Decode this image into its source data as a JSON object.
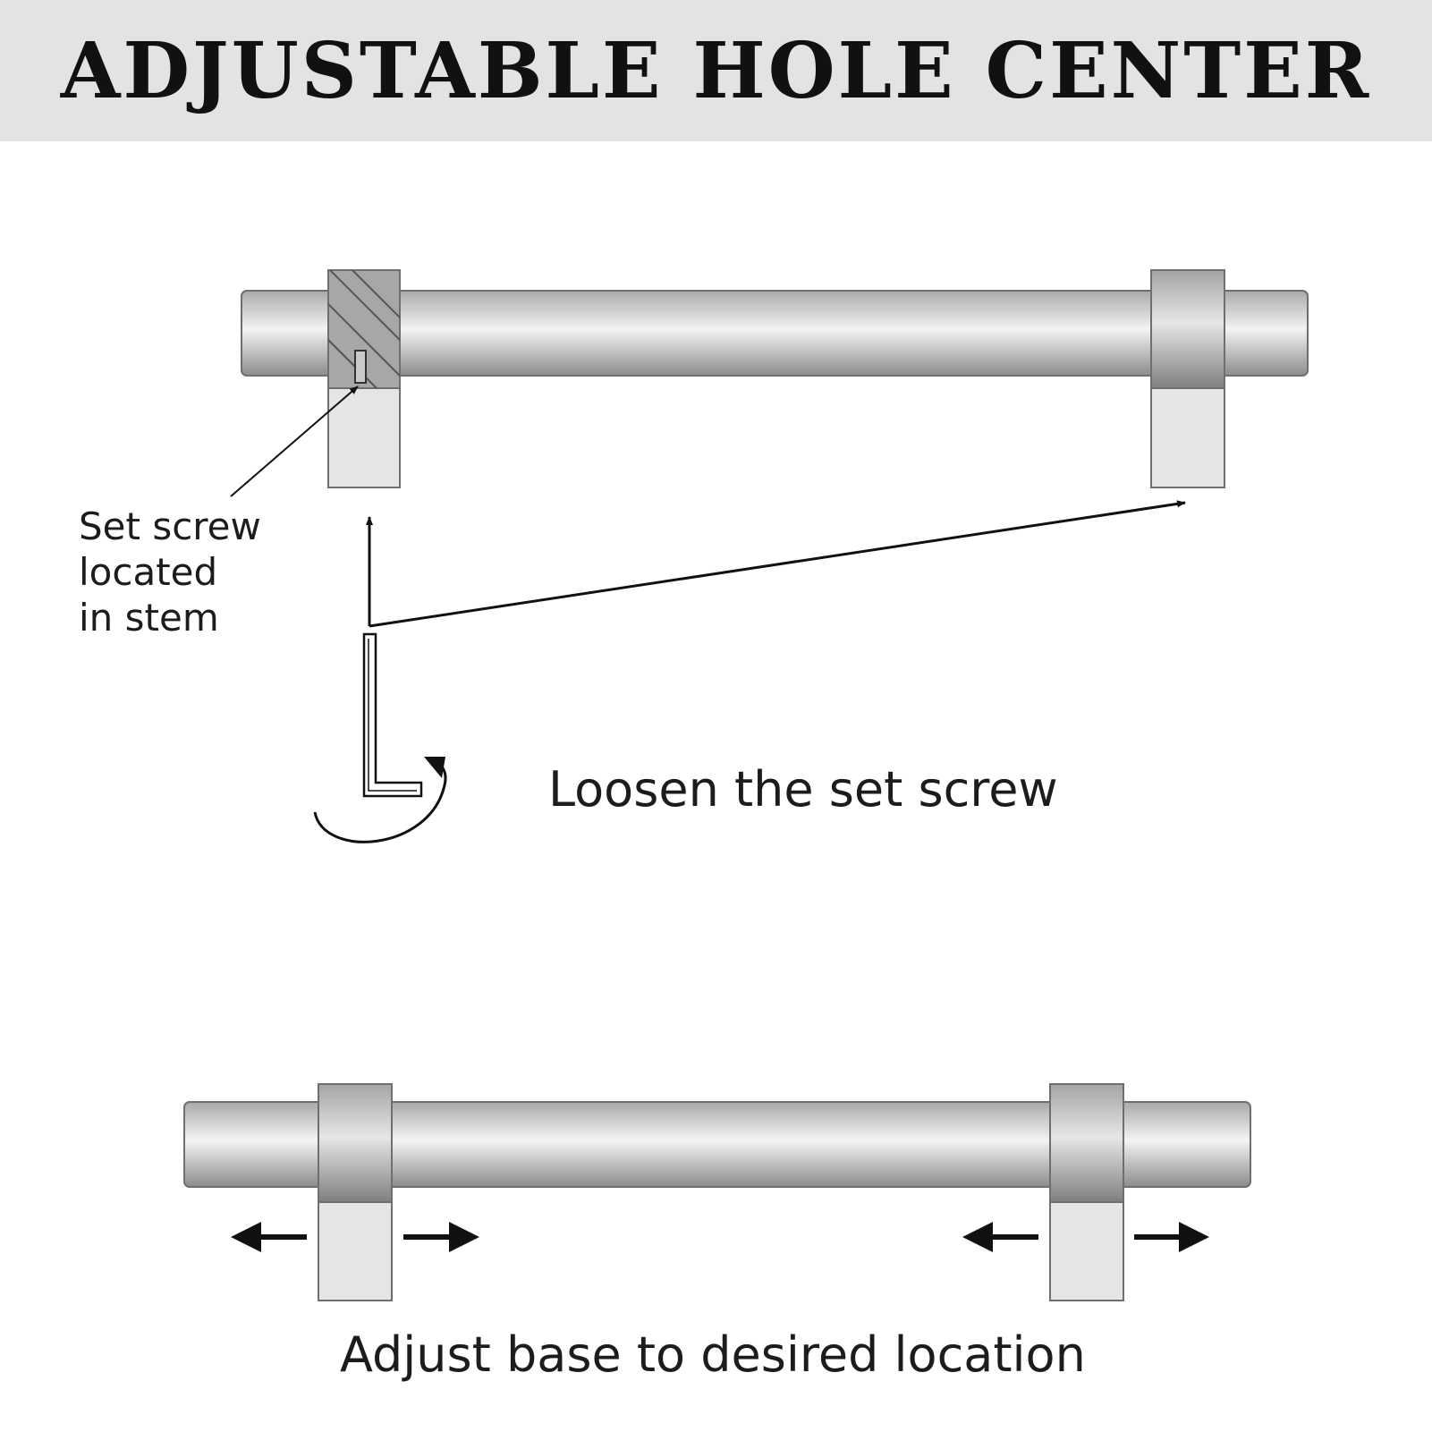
{
  "header": {
    "title": "ADJUSTABLE HOLE CENTER",
    "background": "#e3e3e3"
  },
  "step1": {
    "callout_lines": [
      "Set screw",
      "located",
      "in stem"
    ],
    "instruction": "Loosen the set screw"
  },
  "step2": {
    "instruction": "Adjust base to desired location"
  },
  "colors": {
    "bar_light": "#f2f2f2",
    "bar_dark": "#8a8a8a",
    "stem_lower": "#e5e5e5",
    "ink": "#111111"
  },
  "icons": [
    "hex-key-icon",
    "rotate-arrow-icon",
    "left-arrow-icon",
    "right-arrow-icon"
  ]
}
